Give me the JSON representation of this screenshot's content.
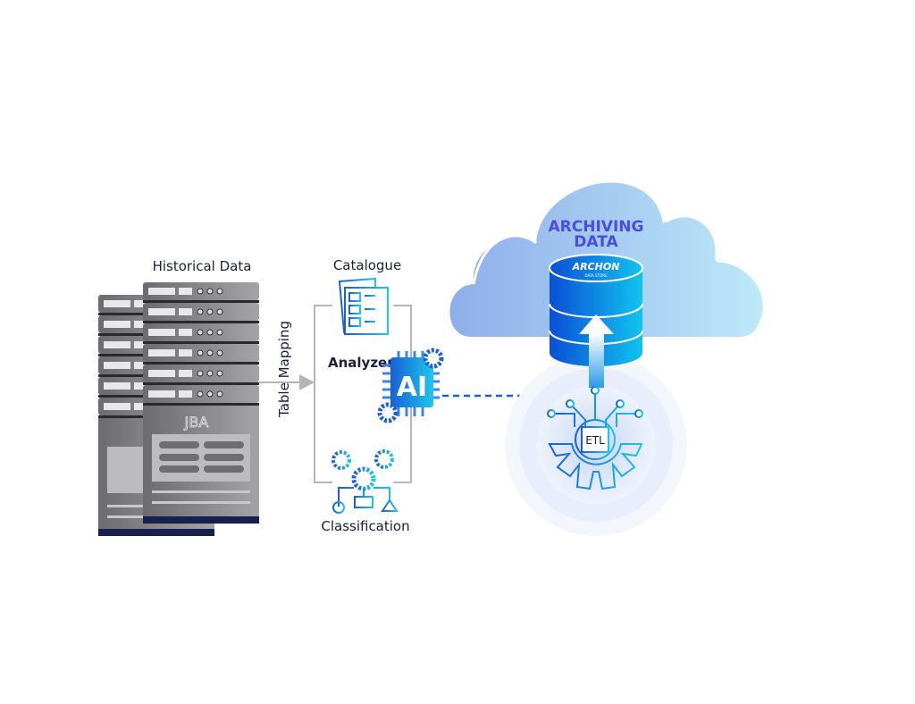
{
  "labels": {
    "historical_data": "Historical Data",
    "server_brand": "JBA",
    "table_mapping": "Table Mapping",
    "catalogue": "Catalogue",
    "analyzer": "Analyzer",
    "ai_chip": "AI",
    "classification": "Classification",
    "archiving_line1": "ARCHIVING",
    "archiving_line2": "DATA",
    "etl": "ETL"
  },
  "logo": {
    "name": "ARCHON",
    "tagline": "DATA STORE"
  },
  "colors": {
    "text_dark": "#1b1f3b",
    "accent_blue": "#1a5fd8",
    "cyan": "#1cc6ec",
    "server_gray": "#7a7a7e",
    "navy": "#18214d",
    "archiving_text": "#4a4de0"
  }
}
